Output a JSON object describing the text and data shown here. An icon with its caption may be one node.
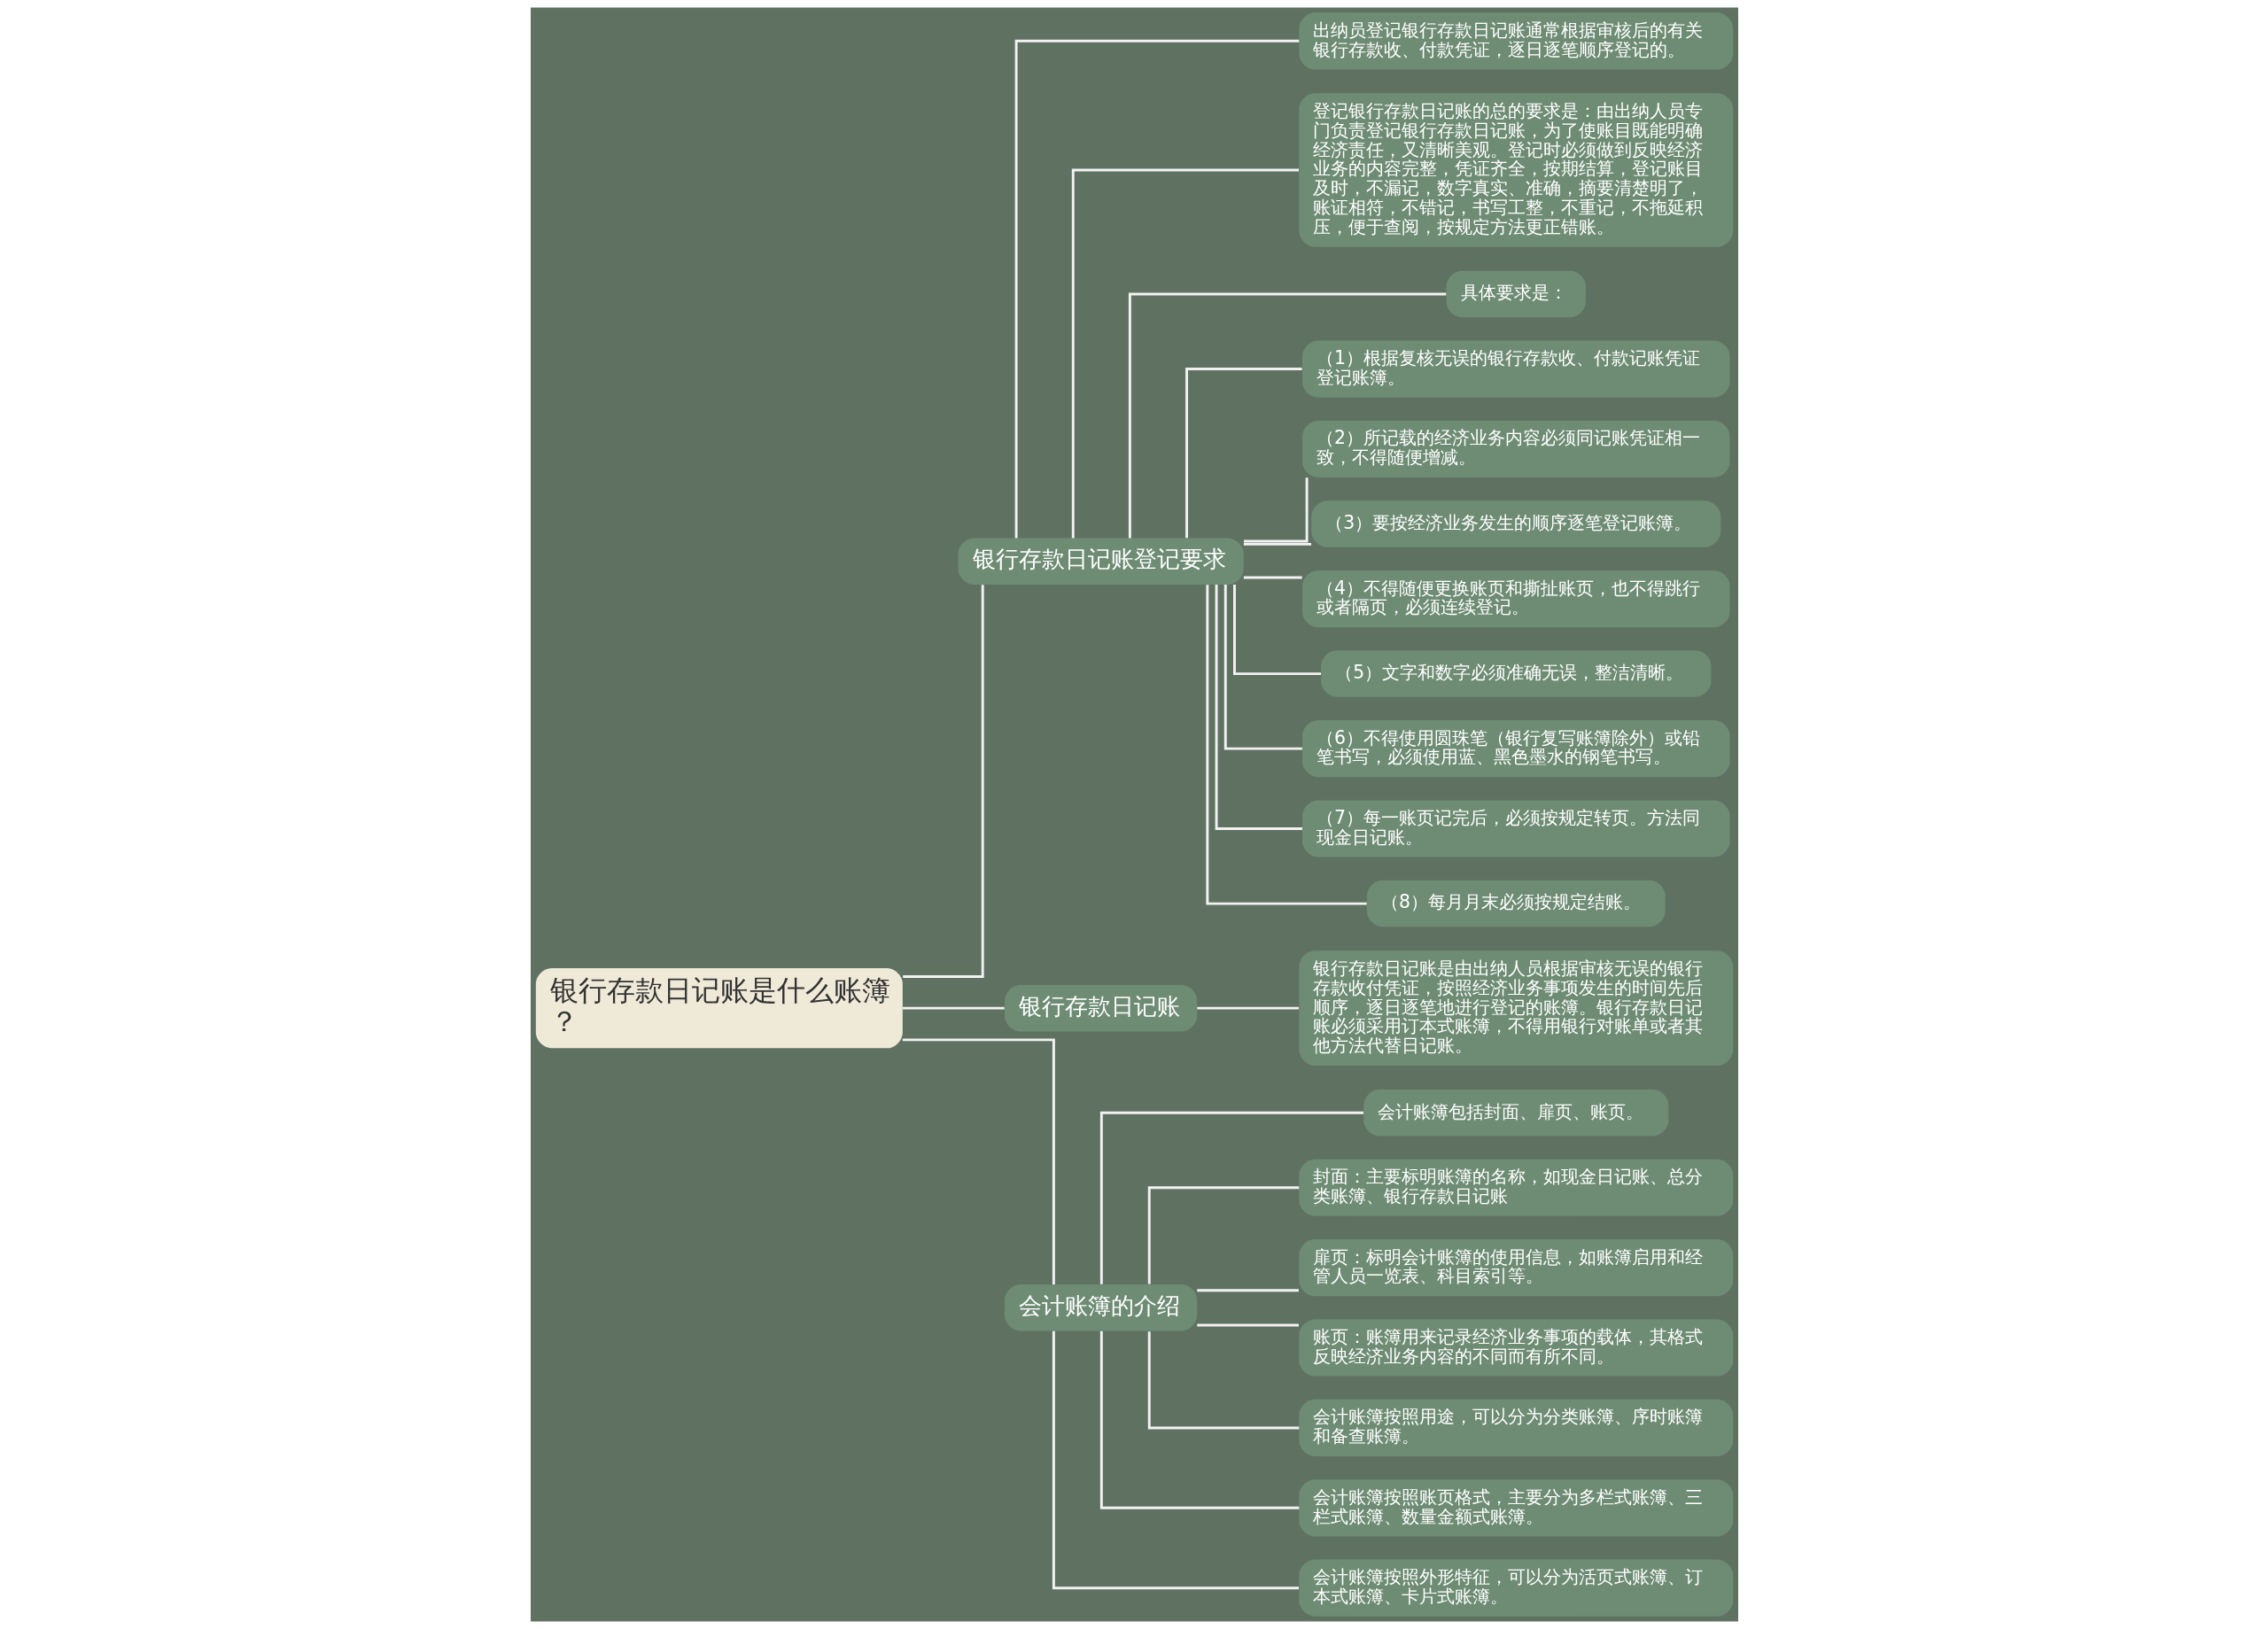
{
  "diagram": {
    "nodes": [
      {
        "text": [
          "银行存款日记账是什么账簿？"
        ]
      },
      {
        "text": [
          "银行存款日记账登记要求"
        ]
      },
      {
        "text": [
          "出纳员登记银行存款日记账通常根据审核后的有关银行存款收、付款凭证，逐日逐笔顺序登记的。"
        ]
      },
      {
        "text": [
          "登记银行存款日记账的总的要求是：由出纳人员专门负责登记银行存款日记账，为了使账目既能明确经济责任，又清晰美观。登记时必须做到反映经济业务的内容完整，凭证齐全，按期结算，登记账目及时，不漏记，数字真实、准确，摘要清楚明了，账证相符，不错记，书写工整，不重记，不拖延积压，便于查阅，按规定方法更正错账。"
        ]
      },
      {
        "text": [
          "具体要求是："
        ]
      },
      {
        "text": [
          "（1）根据复核无误的银行存款收、付款记账凭证登记账簿。"
        ]
      },
      {
        "text": [
          "（2）所记载的经济业务内容必须同记账凭证相一致，不得随便增减。"
        ]
      },
      {
        "text": [
          "（3）要按经济业务发生的顺序逐笔登记账簿。"
        ]
      },
      {
        "text": [
          "（4）不得随便更换账页和撕扯账页，也不得跳行或者隔页，必须连续登记。"
        ]
      },
      {
        "text": [
          "（5）文字和数字必须准确无误，整洁清晰。"
        ]
      },
      {
        "text": [
          "（6）不得使用圆珠笔（银行复写账簿除外）或铅笔书写，必须使用蓝、黑色墨水的钢笔书写。"
        ]
      },
      {
        "text": [
          "（7）每一账页记完后，必须按规定转页。方法同现金日记账。"
        ]
      },
      {
        "text": [
          "（8）每月月末必须按规定结账。"
        ]
      },
      {
        "text": [
          "银行存款日记账"
        ]
      },
      {
        "text": [
          "银行存款日记账是由出纳人员根据审核无误的银行存款收付凭证，按照经济业务事项发生的时间先后顺序，逐日逐笔地进行登记的账簿。银行存款日记账必须采用订本式账簿，不得用银行对账单或者其他方法代替日记账。"
        ]
      },
      {
        "text": [
          "会计账簿的介绍"
        ]
      },
      {
        "text": [
          "会计账簿包括封面、扉页、账页。"
        ]
      },
      {
        "text": [
          "封面：主要标明账簿的名称，如现金日记账、总分类账簿、银行存款日记账"
        ]
      },
      {
        "text": [
          "扉页：标明会计账簿的使用信息，如账簿启用和经管人员一览表、科目索引等。"
        ]
      },
      {
        "text": [
          "账页：账簿用来记录经济业务事项的载体，其格式反映经济业务内容的不同而有所不同。"
        ]
      },
      {
        "text": [
          "会计账簿按照用途，可以分为分类账簿、序时账簿和备查账簿。"
        ]
      },
      {
        "text": [
          "会计账簿按照账页格式，主要分为多栏式账簿、三栏式账簿、数量金额式账簿。"
        ]
      },
      {
        "text": [
          "会计账簿按照外形特征，可以分为活页式账簿、订本式账簿、卡片式账簿。"
        ]
      }
    ],
    "edges": [
      {
        "from": 0,
        "to": 1,
        "arrow": "none"
      },
      {
        "from": 1,
        "to": 2,
        "arrow": "none"
      },
      {
        "from": 1,
        "to": 3,
        "arrow": "none"
      },
      {
        "from": 1,
        "to": 4,
        "arrow": "none"
      },
      {
        "from": 1,
        "to": 5,
        "arrow": "none"
      },
      {
        "from": 1,
        "to": 6,
        "arrow": "none"
      },
      {
        "from": 1,
        "to": 7,
        "arrow": "none"
      },
      {
        "from": 1,
        "to": 8,
        "arrow": "none"
      },
      {
        "from": 1,
        "to": 9,
        "arrow": "none"
      },
      {
        "from": 1,
        "to": 10,
        "arrow": "none"
      },
      {
        "from": 1,
        "to": 11,
        "arrow": "none"
      },
      {
        "from": 1,
        "to": 12,
        "arrow": "none"
      },
      {
        "from": 0,
        "to": 13,
        "arrow": "none"
      },
      {
        "from": 13,
        "to": 14,
        "arrow": "none"
      },
      {
        "from": 0,
        "to": 15,
        "arrow": "none"
      },
      {
        "from": 15,
        "to": 16,
        "arrow": "none"
      },
      {
        "from": 15,
        "to": 17,
        "arrow": "none"
      },
      {
        "from": 15,
        "to": 18,
        "arrow": "none"
      },
      {
        "from": 15,
        "to": 19,
        "arrow": "none"
      },
      {
        "from": 15,
        "to": 20,
        "arrow": "none"
      },
      {
        "from": 15,
        "to": 21,
        "arrow": "none"
      },
      {
        "from": 15,
        "to": 22,
        "arrow": "none"
      }
    ]
  }
}
